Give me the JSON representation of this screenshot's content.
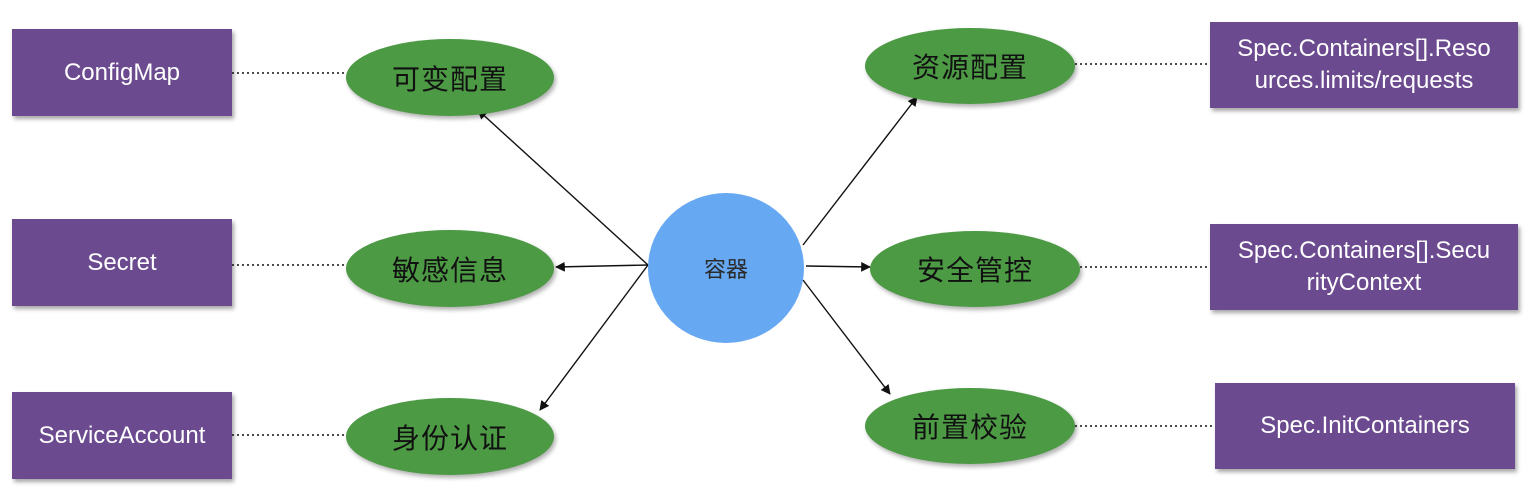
{
  "colors": {
    "box_fill": "#6b4a8f",
    "oval_fill": "#4d9a45",
    "center_fill": "#66a8f2",
    "line": "#111111"
  },
  "center": {
    "label": "容器"
  },
  "left": [
    {
      "concept": "可变配置",
      "resource": [
        "ConfigMap"
      ]
    },
    {
      "concept": "敏感信息",
      "resource": [
        "Secret"
      ]
    },
    {
      "concept": "身份认证",
      "resource": [
        "ServiceAccount"
      ]
    }
  ],
  "right": [
    {
      "concept": "资源配置",
      "resource": [
        "Spec.Containers[].Reso",
        "urces.limits/requests"
      ]
    },
    {
      "concept": "安全管控",
      "resource": [
        "Spec.Containers[].Secu",
        "rityContext"
      ]
    },
    {
      "concept": "前置校验",
      "resource": [
        "Spec.InitContainers"
      ]
    }
  ]
}
